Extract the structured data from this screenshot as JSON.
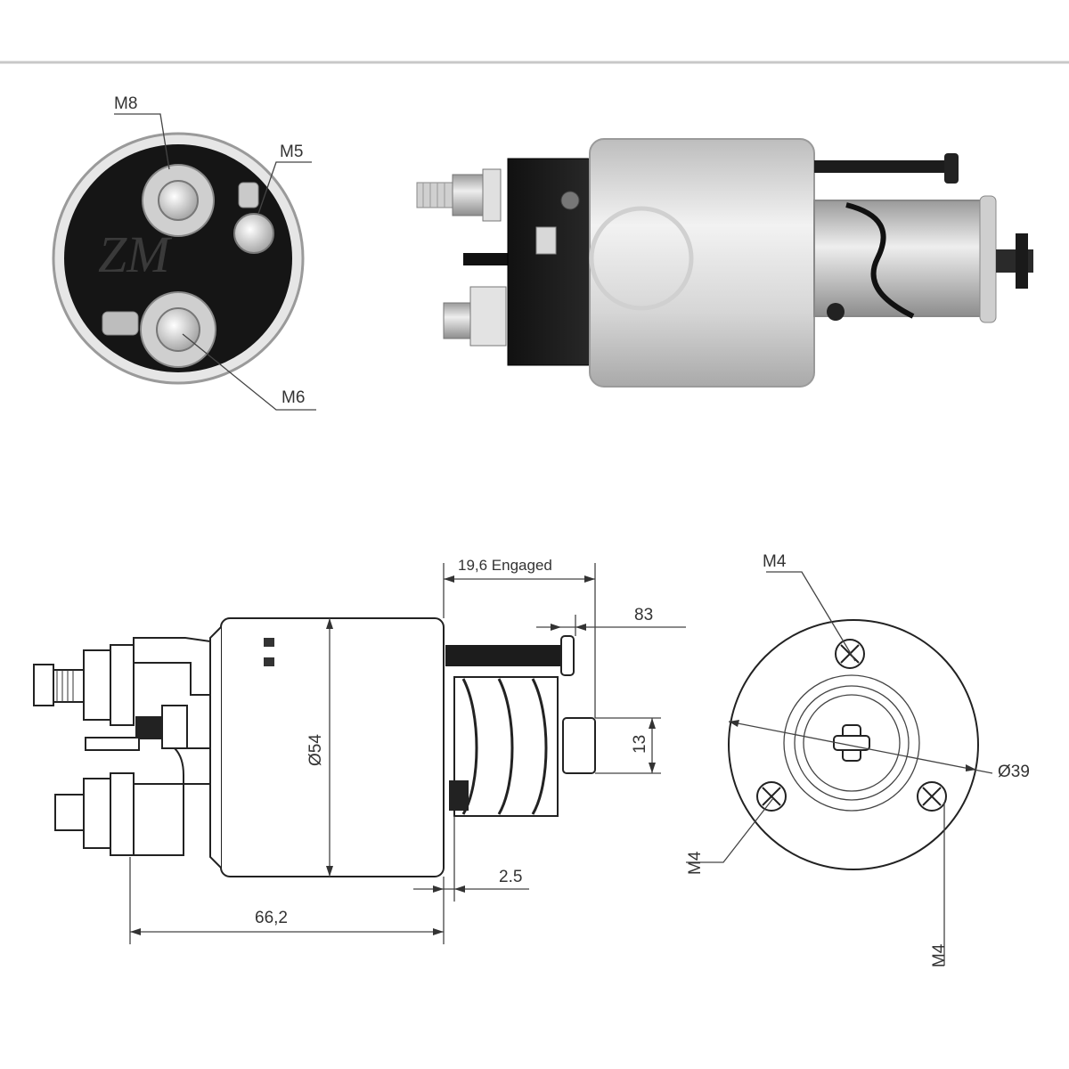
{
  "photo_front": {
    "labels": {
      "m8": "M8",
      "m5": "M5",
      "m6": "M6"
    }
  },
  "drawing_side": {
    "dim_engaged": "19,6 Engaged",
    "dim_83": "83",
    "dim_13": "13",
    "dim_diameter": "Ø54",
    "dim_gap": "2.5",
    "dim_length": "66,2"
  },
  "drawing_front": {
    "m4_top": "M4",
    "m4_left": "M4",
    "m4_bottom": "M4",
    "dim_bolt_circle": "Ø39"
  },
  "colors": {
    "body_dark": "#1a1a1a",
    "body_silver": "#dcdcdc",
    "line": "#222222"
  }
}
